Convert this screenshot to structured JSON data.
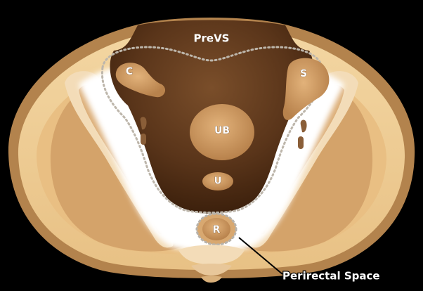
{
  "labels": {
    "prevs": "PreVS",
    "c": "C",
    "s": "S",
    "ub": "UB",
    "u": "U",
    "r": "R",
    "perirectal": "Perirectal Space"
  },
  "colors": {
    "background": "#000000",
    "skin": "#b98a52",
    "fat": "#f0d098",
    "muscle": "#d9a96c",
    "bone": "#f6e7cf",
    "fascia_white": "#ffffff",
    "space_dark": "#4a2a12",
    "organ": "#cf9a62",
    "dotted_border": "#b7b2aa"
  },
  "icons": {
    "pelvis": "pelvis-cross-section-illustration"
  }
}
